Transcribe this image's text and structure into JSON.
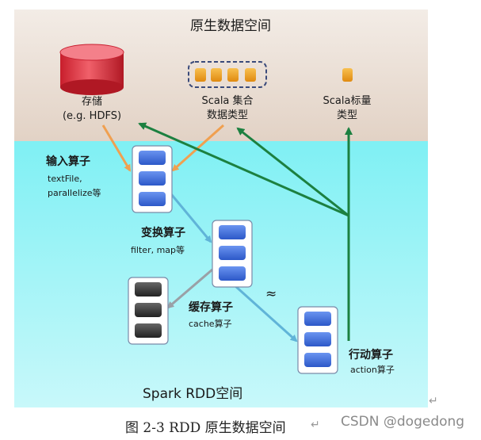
{
  "top_region": {
    "title": "原生数据空间"
  },
  "bottom_region": {
    "title": "Spark RDD空间"
  },
  "storage": {
    "label_line1": "存储",
    "label_line2": "(e.g. HDFS)"
  },
  "scala_collection": {
    "label_line1": "Scala 集合",
    "label_line2": "数据类型"
  },
  "scala_scalar": {
    "label_line1": "Scala标量",
    "label_line2": "类型"
  },
  "input_ops": {
    "title": "输入算子",
    "line1": "textFile,",
    "line2": "parallelize等"
  },
  "transform_ops": {
    "title": "变换算子",
    "line1": "filter, map等"
  },
  "cache_ops": {
    "title": "缓存算子",
    "line1": "cache算子"
  },
  "action_ops": {
    "title": "行动算子",
    "line1": "action算子"
  },
  "approx_symbol": "≈",
  "caption": "图 2-3 RDD 原生数据空间",
  "caption_return_mark": "↵",
  "paragraph_mark": "↵",
  "watermark": "CSDN @dogedong",
  "colors": {
    "top_bg": "#e6d8cc",
    "bottom_bg": "#8eeef2",
    "storage_red": "#e43040",
    "block_blue": "#3d6ee0",
    "block_orange": "#f0a020",
    "block_black": "#333333",
    "arrow_orange": "#f0a050",
    "arrow_green": "#1c8040",
    "arrow_blue": "#60b4d8",
    "arrow_gray": "#9aa0a6"
  }
}
